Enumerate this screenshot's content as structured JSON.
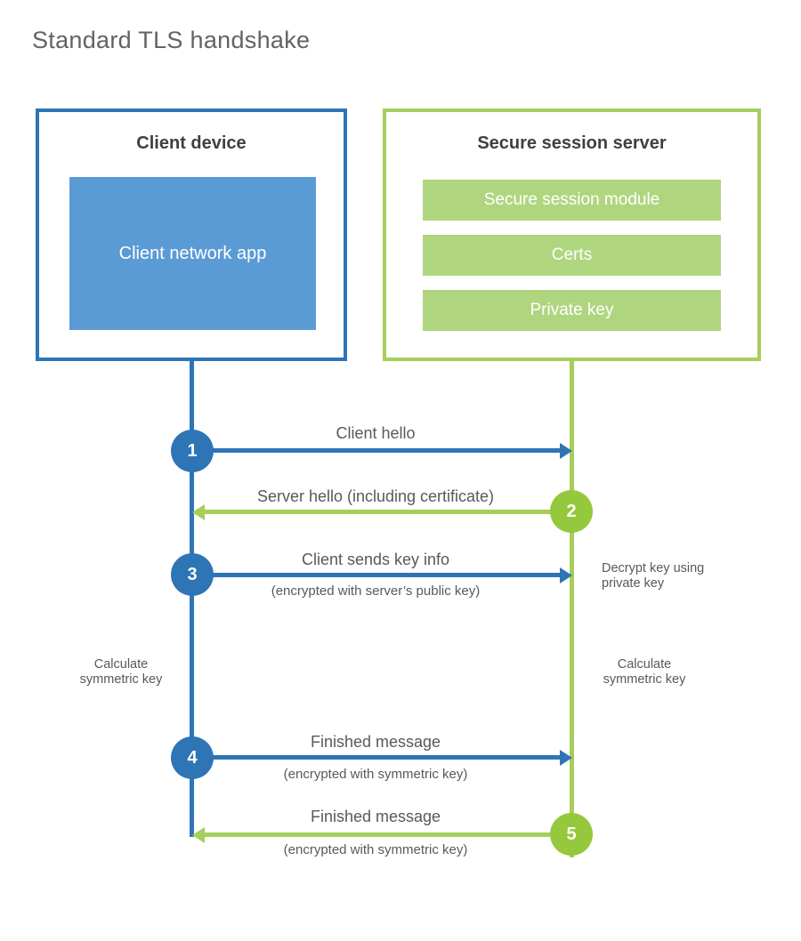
{
  "title": "Standard TLS handshake",
  "colors": {
    "blue": "#2E75B6",
    "blue_fill": "#5B9BD5",
    "green": "#A5CE5A",
    "green_circle": "#95C83C",
    "green_fill": "#AFD67E",
    "text_dark": "#3F3F3F",
    "text_gray": "#595959"
  },
  "client": {
    "label": "Client device",
    "app_label": "Client network app"
  },
  "server": {
    "label": "Secure session server",
    "modules": [
      "Secure session module",
      "Certs",
      "Private key"
    ]
  },
  "messages": [
    {
      "num": "1",
      "label": "Client hello",
      "sub": "",
      "direction": "right",
      "from": "client"
    },
    {
      "num": "2",
      "label": "Server hello (including certificate)",
      "sub": "",
      "direction": "left",
      "from": "server"
    },
    {
      "num": "3",
      "label": "Client sends key info",
      "sub": "(encrypted with server’s public key)",
      "direction": "right",
      "from": "client"
    },
    {
      "num": "4",
      "label": "Finished message",
      "sub": "(encrypted with symmetric key)",
      "direction": "right",
      "from": "client"
    },
    {
      "num": "5",
      "label": "Finished message",
      "sub": "(encrypted with symmetric key)",
      "direction": "left",
      "from": "server"
    }
  ],
  "side_notes": {
    "decrypt": "Decrypt key using private key",
    "calc_left": "Calculate symmetric key",
    "calc_right": "Calculate symmetric key"
  }
}
